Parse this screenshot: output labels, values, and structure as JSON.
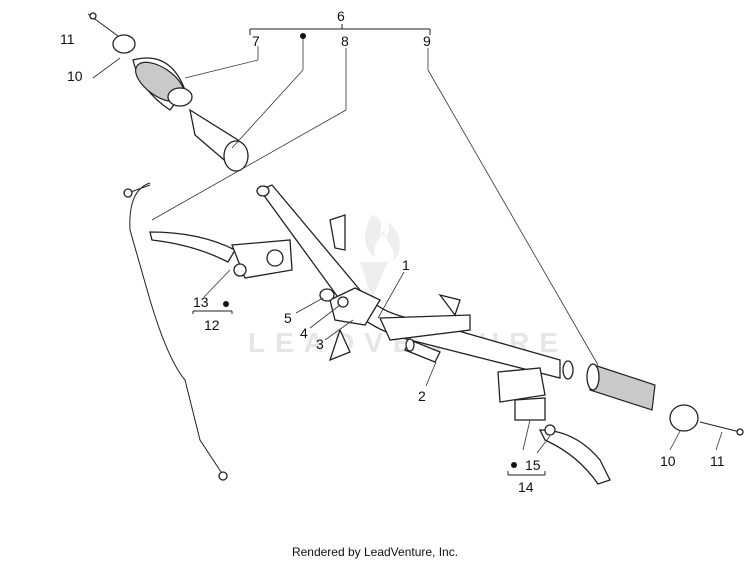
{
  "callouts": {
    "c1": "1",
    "c2": "2",
    "c3": "3",
    "c4": "4",
    "c5": "5",
    "c6": "6",
    "c7": "7",
    "c8": "8",
    "c9": "9",
    "c10a": "10",
    "c10b": "10",
    "c11a": "11",
    "c11b": "11",
    "c12": "12",
    "c13": "13",
    "c14": "14",
    "c15": "15"
  },
  "watermark": {
    "text": "LEADVENTURE"
  },
  "footer": {
    "text": "Rendered by LeadVenture, Inc."
  }
}
